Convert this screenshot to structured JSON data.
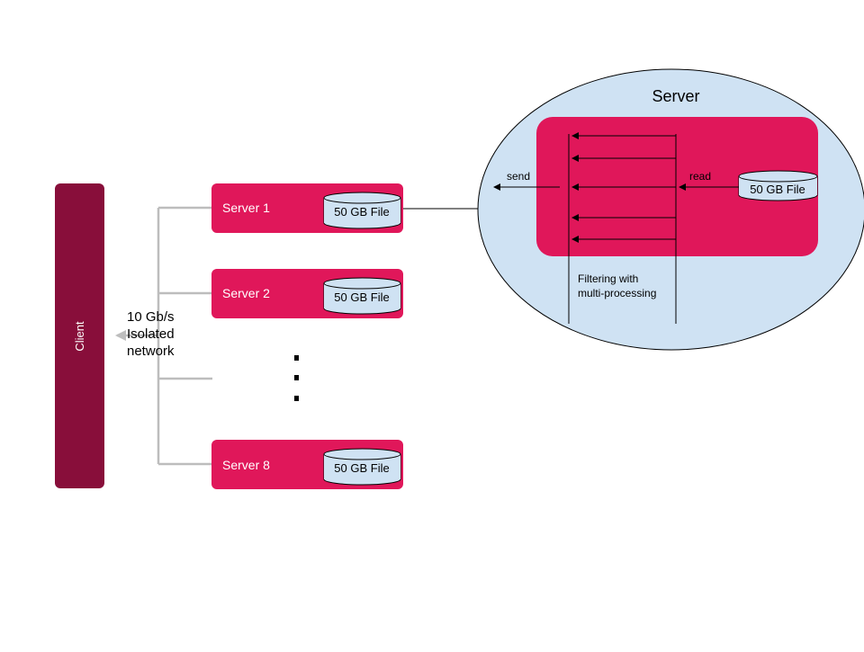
{
  "colors": {
    "client_fill": "#880E3A",
    "server_fill": "#E0175A",
    "bubble_fill": "#CFE2F3",
    "disk_fill": "#CFE2F3",
    "connector_gray": "#BDBDBD",
    "line_dark": "#000000",
    "text_light": "#FFFFFF"
  },
  "client": {
    "label": "Client"
  },
  "network": {
    "line1": "10 Gb/s",
    "line2": "Isolated",
    "line3": "network"
  },
  "servers": [
    {
      "label": "Server 1",
      "disk": "50 GB File"
    },
    {
      "label": "Server 2",
      "disk": "50 GB File"
    },
    {
      "label": "Server 8",
      "disk": "50 GB File"
    }
  ],
  "ellipsis_icon": "vertical-dots",
  "detail": {
    "title": "Server",
    "disk": "50 GB File",
    "read_label": "read",
    "send_label": "send",
    "filter_line1": "Filtering with",
    "filter_line2": "multi-processing"
  }
}
